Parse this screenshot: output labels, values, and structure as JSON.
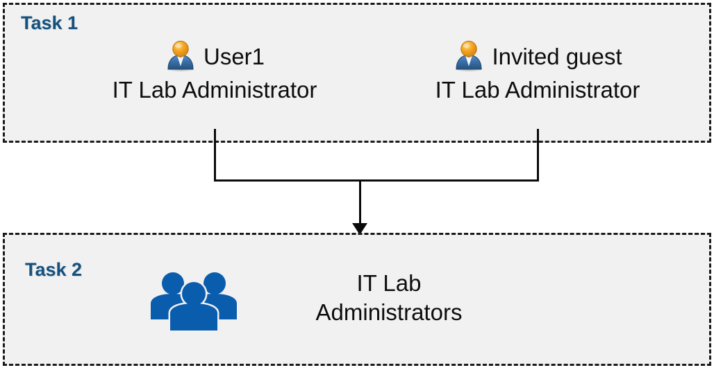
{
  "diagram": {
    "title": "Task 1 and Task 2 role assignment flow",
    "background_color": "#FFFFFF",
    "box_fill_color": "#F1F1F1",
    "box_border_color": "#1A1A1A",
    "label_color": "#16507C",
    "group_icon_color": "#0A5CAD",
    "connector_color": "#0A0A0A"
  },
  "task1": {
    "label": "Task 1",
    "people": [
      {
        "icon": "user-icon",
        "name": "User1",
        "role": "IT Lab Administrator"
      },
      {
        "icon": "user-icon",
        "name": "Invited guest",
        "role": "IT Lab Administrator"
      }
    ]
  },
  "connector": {
    "icon": "down-arrow-icon",
    "direction": "down",
    "from": [
      "User1",
      "Invited guest"
    ],
    "to": "IT Lab Administrators"
  },
  "task2": {
    "label": "Task 2",
    "icon": "group-of-users-icon",
    "group_name_line1": "IT Lab",
    "group_name_line2": "Administrators"
  }
}
